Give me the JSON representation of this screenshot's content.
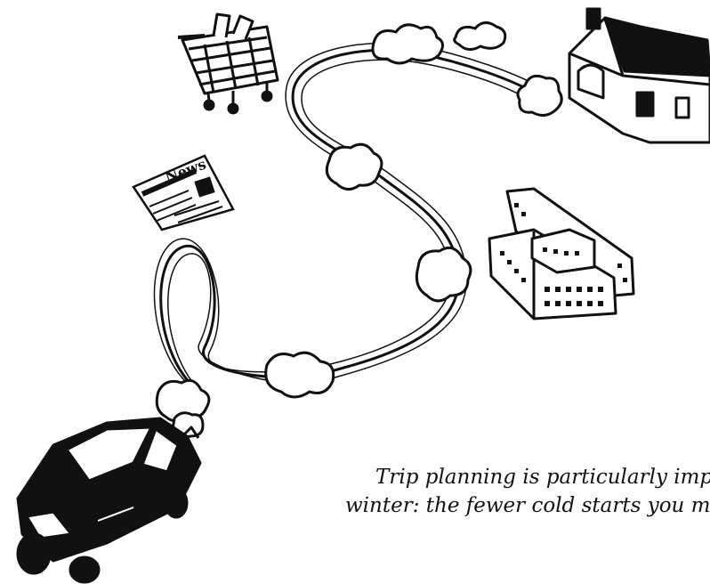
{
  "caption": {
    "line1": "Trip planning is particularly impo",
    "line2": "winter: the fewer cold starts you ma"
  },
  "icons": [
    "shopping-cart-icon",
    "newspaper-icon",
    "house-icon",
    "office-building-icon",
    "car-icon",
    "exhaust-cloud-icon",
    "winding-road-icon"
  ],
  "newspaper": {
    "headline": "News"
  }
}
